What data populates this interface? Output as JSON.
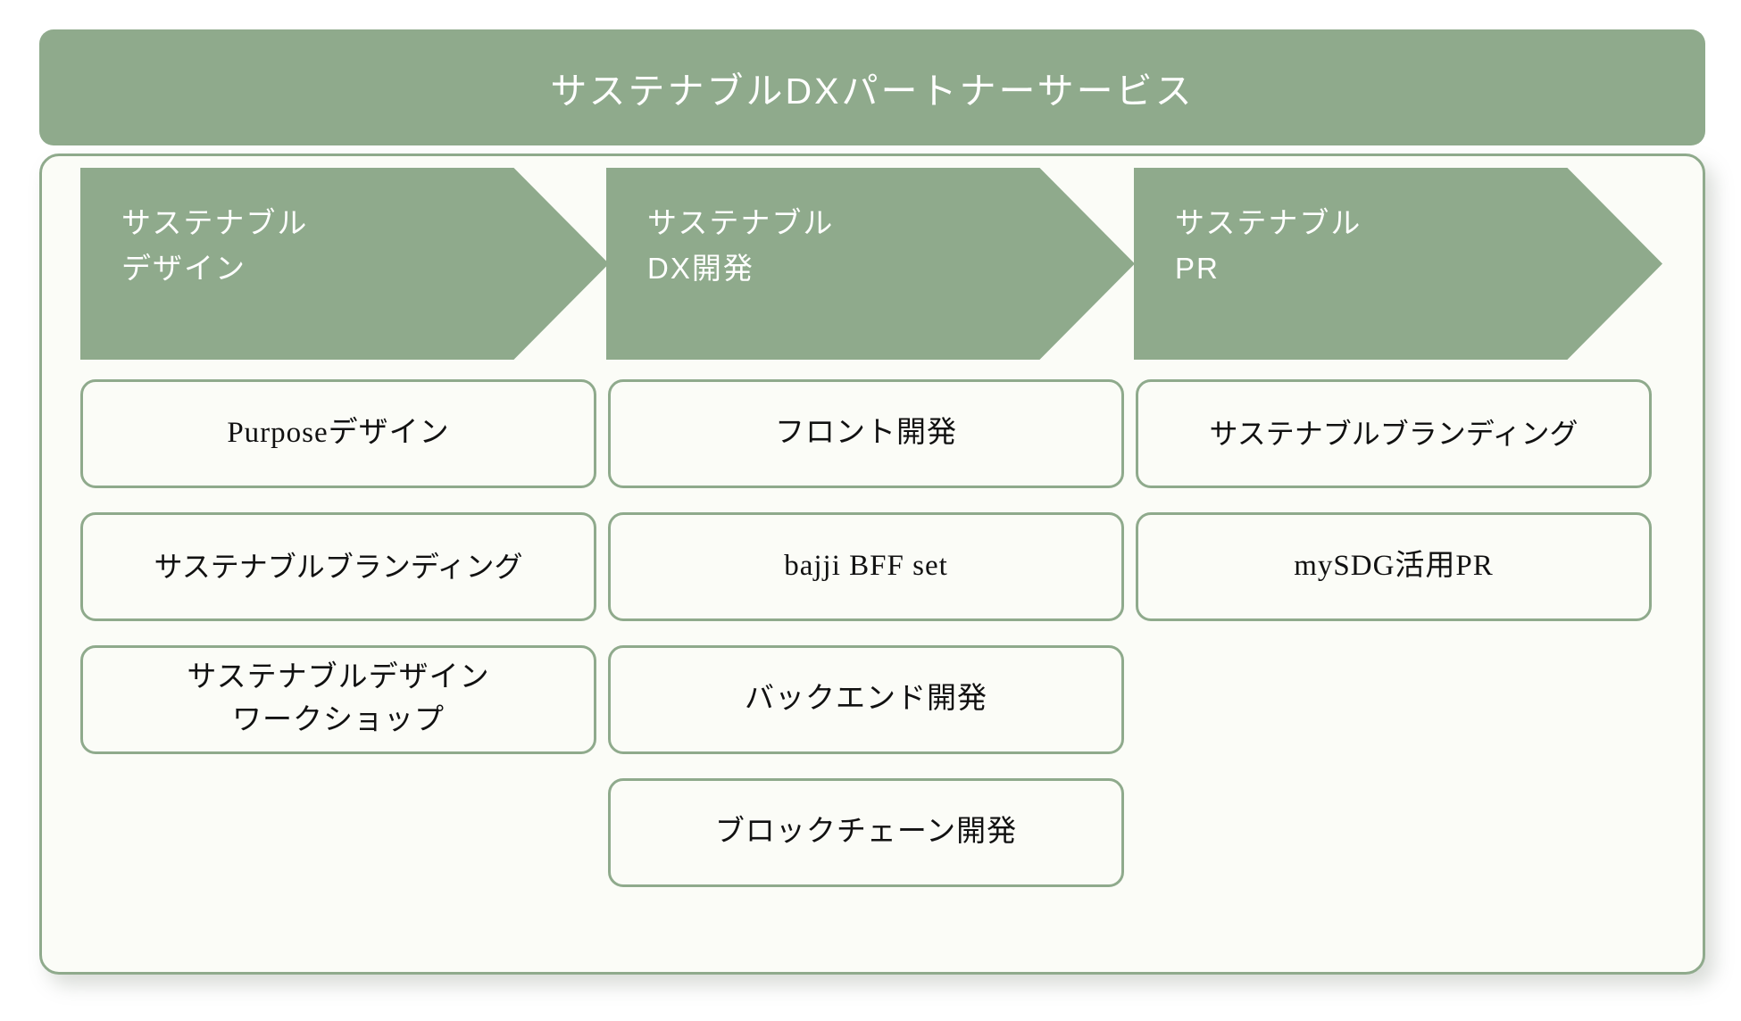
{
  "colors": {
    "green": "#8faa8c",
    "panel_fill": "#fbfcf7",
    "title_text": "#ffffff",
    "item_text": "#111111"
  },
  "header": {
    "title": "サステナブルDXパートナーサービス"
  },
  "phases": [
    {
      "line1": "サステナブル",
      "line2": "デザイン"
    },
    {
      "line1": "サステナブル",
      "line2": "DX開発"
    },
    {
      "line1": "サステナブル",
      "line2": "PR"
    }
  ],
  "columns": [
    {
      "name": "sustainable-design",
      "items": [
        {
          "line1": "Purposeデザイン",
          "line2": ""
        },
        {
          "line1": "サステナブルブランディング",
          "line2": ""
        },
        {
          "line1": "サステナブルデザイン",
          "line2": "ワークショップ"
        }
      ]
    },
    {
      "name": "sustainable-dx-development",
      "items": [
        {
          "line1": "フロント開発",
          "line2": ""
        },
        {
          "line1": "bajji BFF set",
          "line2": ""
        },
        {
          "line1": "バックエンド開発",
          "line2": ""
        },
        {
          "line1": "ブロックチェーン開発",
          "line2": ""
        }
      ]
    },
    {
      "name": "sustainable-pr",
      "items": [
        {
          "line1": "サステナブルブランディング",
          "line2": ""
        },
        {
          "line1": "mySDG活用PR",
          "line2": ""
        }
      ]
    }
  ]
}
